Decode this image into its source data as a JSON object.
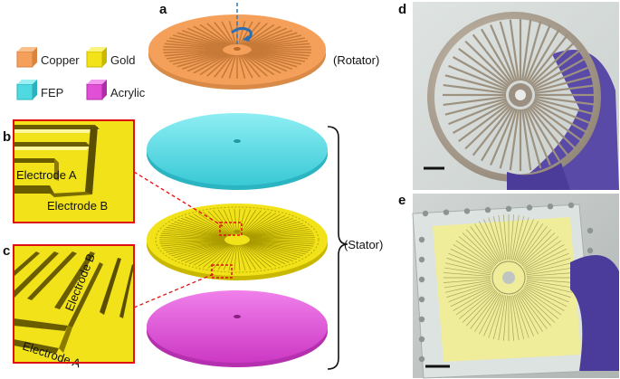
{
  "panels": {
    "a": "a",
    "b": "b",
    "c": "c",
    "d": "d",
    "e": "e"
  },
  "legend": [
    {
      "label": "Copper",
      "color": "#f4a05a"
    },
    {
      "label": "Gold",
      "color": "#f2e21a"
    },
    {
      "label": "FEP",
      "color": "#4fd9e0"
    },
    {
      "label": "Acrylic",
      "color": "#e04fd6"
    }
  ],
  "labels": {
    "rotator": "(Rotator)",
    "stator": "(Stator)"
  },
  "inset_b": {
    "electrode_a": "Electrode A",
    "electrode_b": "Electrode B"
  },
  "inset_c": {
    "electrode_a": "Electrode A",
    "electrode_b": "Electrode B"
  },
  "colors": {
    "copper": "#f4a05a",
    "gold": "#f2e21a",
    "fep": "#5ad8e2",
    "acrylic": "#e050d8",
    "inset_border": "#e01010",
    "dashed_line": "#e01010"
  }
}
